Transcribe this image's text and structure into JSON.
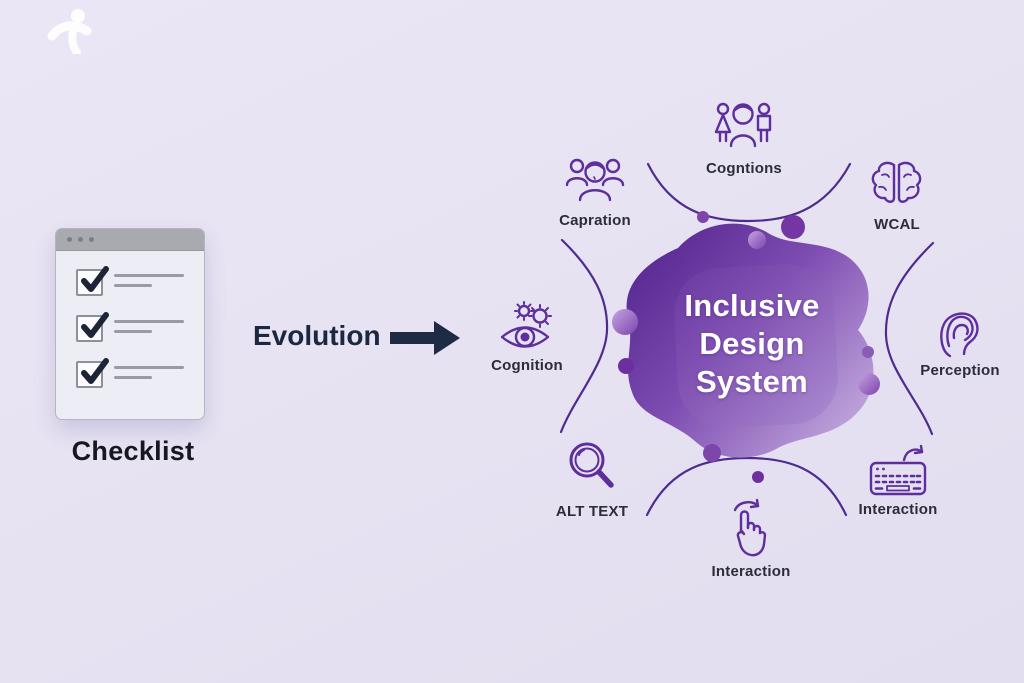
{
  "page": {
    "background": "#e6e2f2"
  },
  "logo": {
    "icon": "accessibility-person-icon"
  },
  "left": {
    "checklist_label": "Checklist",
    "card": {
      "rows": 3,
      "header_dots": 3
    }
  },
  "transition": {
    "label": "Evolution",
    "arrow_icon": "right-arrow-icon",
    "color": "#1c2742"
  },
  "diagram": {
    "center": {
      "lines": [
        "Inclusive",
        "Design",
        "System"
      ],
      "blob_gradient": [
        "#5b2b94",
        "#8052b4",
        "#c7b0e0"
      ]
    },
    "nodes": [
      {
        "id": "cogntions",
        "label": "Cogntions",
        "icon": "people-trio-icon"
      },
      {
        "id": "capration",
        "label": "Capration",
        "icon": "people-group-icon"
      },
      {
        "id": "wcal",
        "label": "WCAL",
        "icon": "brain-icon"
      },
      {
        "id": "cognition",
        "label": "Cognition",
        "icon": "eye-gears-icon"
      },
      {
        "id": "perception",
        "label": "Perception",
        "icon": "ear-icon"
      },
      {
        "id": "alt_text",
        "label": "ALT TEXT",
        "icon": "magnifier-icon"
      },
      {
        "id": "interaction_touch",
        "label": "Interaction",
        "icon": "hand-tap-icon"
      },
      {
        "id": "interaction_keyboard",
        "label": "Interaction",
        "icon": "keyboard-icon"
      }
    ]
  },
  "colors": {
    "icon_stroke": "#5e2f9c",
    "ring_stroke": "#4e2b8f",
    "label_text": "#2d2d3a",
    "navy": "#1f2a44",
    "dot_purple": "#7b3fa8"
  }
}
